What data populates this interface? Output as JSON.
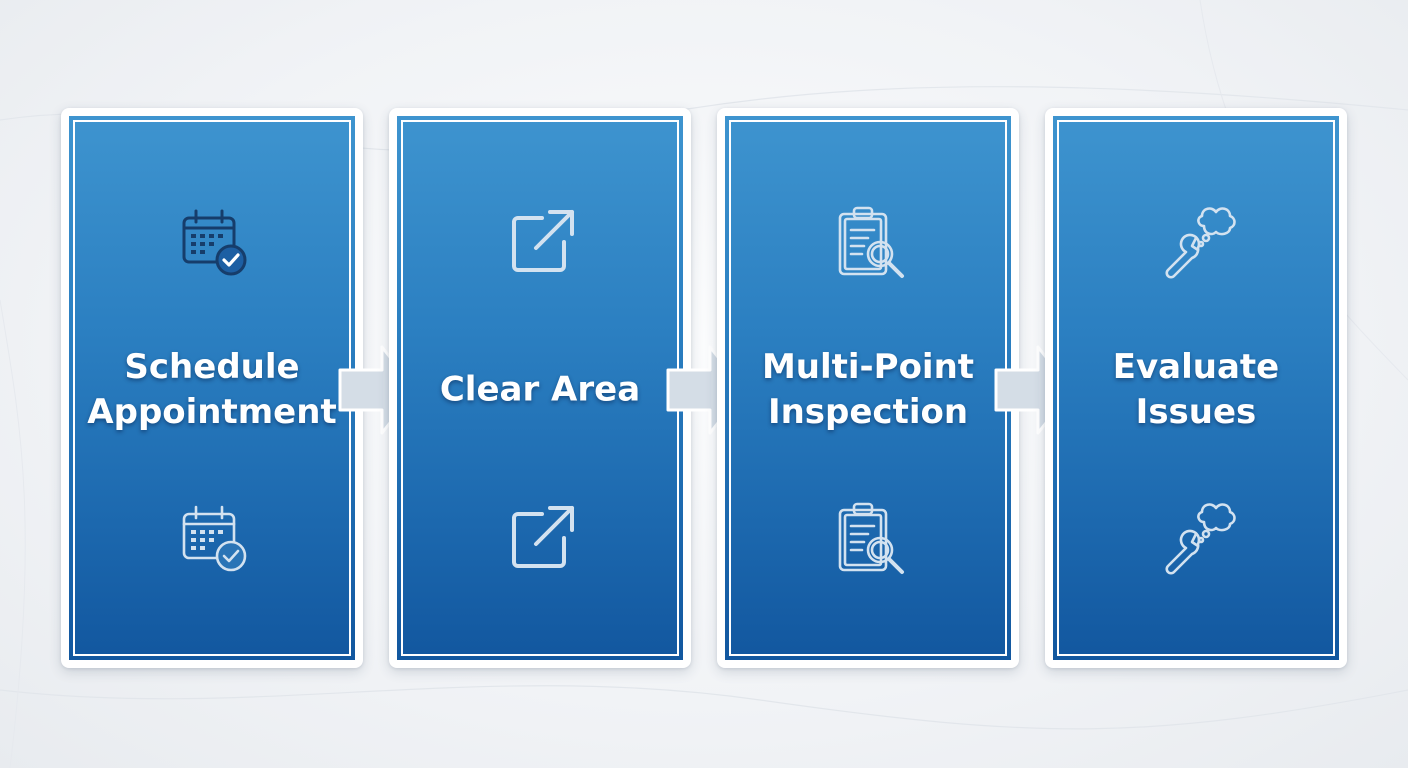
{
  "steps": [
    {
      "title": "Schedule Appointment",
      "icon": "calendar-check-icon"
    },
    {
      "title": "Clear Area",
      "icon": "external-link-icon"
    },
    {
      "title": "Multi-Point Inspection",
      "icon": "clipboard-search-icon"
    },
    {
      "title": "Evaluate Issues",
      "icon": "wrench-thought-icon"
    }
  ],
  "colors": {
    "card_top": "#3e94cf",
    "card_bottom": "#12579f",
    "icon_dark": "#163d6b",
    "icon_light": "#d3e2f0",
    "arrow": "#d4dde6"
  }
}
